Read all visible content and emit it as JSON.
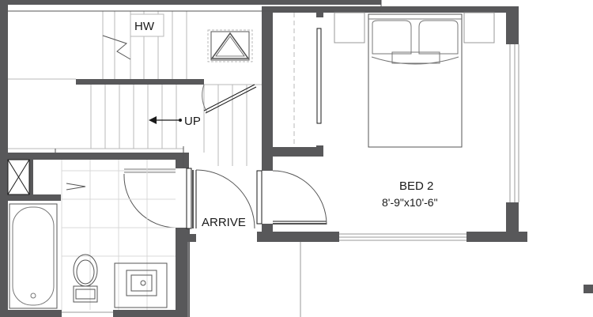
{
  "labels": {
    "hw": "HW",
    "up": "UP",
    "arrive": "ARRIVE",
    "bed_name": "BED 2",
    "bed_dims": "8'-9\"x10'-6\""
  },
  "colors": {
    "wall": "#58585a",
    "line": "#1a1a1a",
    "light_line": "#b9b9b9",
    "fixture": "#777777"
  }
}
